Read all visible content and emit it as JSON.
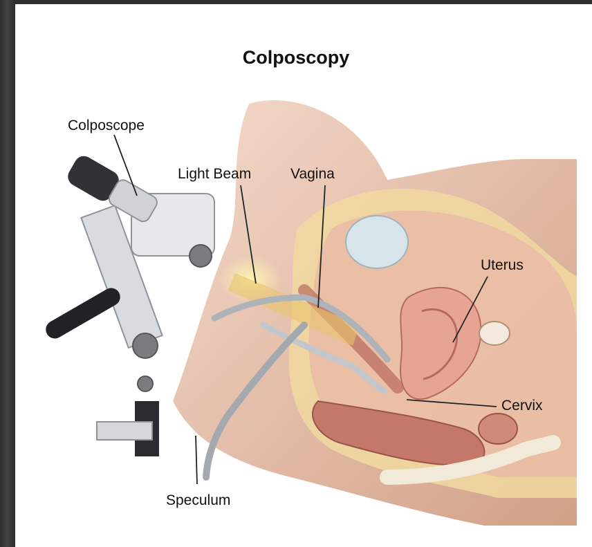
{
  "title": "Colposcopy",
  "labels": {
    "colposcope": "Colposcope",
    "light_beam": "Light Beam",
    "vagina": "Vagina",
    "uterus": "Uterus",
    "cervix": "Cervix",
    "speculum": "Speculum"
  },
  "colors": {
    "skin": "#d9a98d",
    "tissue": "#c4786a",
    "fat": "#efd7a0",
    "bladder": "#d7e4ea",
    "instrument": "#b8bcc2",
    "background_frame": "#3a3a3a"
  }
}
